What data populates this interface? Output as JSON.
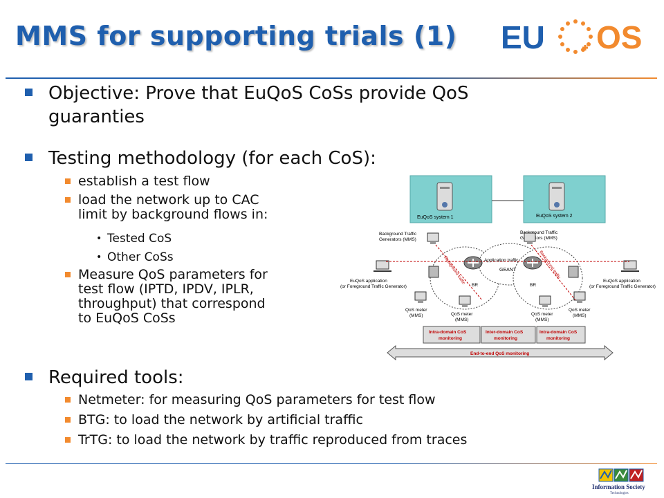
{
  "title": "MMS for supporting trials (1)",
  "logo": {
    "text_left": "EU",
    "text_right": "OS"
  },
  "bullets": {
    "objective": [
      "Objective: Prove that  EuQoS CoSs provide QoS",
      "guaranties"
    ],
    "methodology": "Testing methodology (for each CoS):",
    "methodology_items": {
      "item1": "establish a test flow",
      "item2": [
        "load the network up to CAC",
        "limit by background flows in:"
      ],
      "sub1": "Tested CoS",
      "sub2": "Other CoSs",
      "item3": [
        "Measure QoS parameters for",
        "test flow (IPTD, IPDV, IPLR,",
        "throughput) that correspond",
        "to EuQoS CoSs"
      ]
    },
    "tools": "Required tools:",
    "tools_items": [
      "Netmeter: for measuring QoS parameters for test flow",
      "BTG: to load the network by artificial traffic",
      "TrTG: to load the network by traffic reproduced from traces"
    ]
  },
  "diagram": {
    "sys1": "EuQoS system 1",
    "sys2": "EuQoS system 2",
    "bg_left": [
      "Background Traffic",
      "Generators (MMS)"
    ],
    "bg_right": [
      "Background Traffic",
      "Generators (MMS)"
    ],
    "app_left": [
      "EuQoS application",
      "(or Foreground Traffic Generator)"
    ],
    "app_right": [
      "EuQoS application",
      "(or Foreground Traffic Generator)"
    ],
    "geant": "GEANT",
    "app_traffic": "Application traffic",
    "bg_traffic": "Background traffic",
    "br": "BR",
    "qos_meter": [
      "QoS meter",
      "(MMS)"
    ],
    "intra": [
      "Intra-domain CoS",
      "monitoring"
    ],
    "inter": [
      "Inter-domain CoS",
      "monitoring"
    ],
    "e2e": "End-to-end QoS monitoring"
  },
  "ist_logo": [
    "Information Society",
    "Technologies"
  ],
  "colors": {
    "title": "#1f5fae",
    "bullet_l1": "#1f5fae",
    "bullet_l2": "#f28a2e",
    "logo_orange": "#f28a2e",
    "system_box": "#7fd0cf",
    "monitor_label": "#c00000"
  }
}
